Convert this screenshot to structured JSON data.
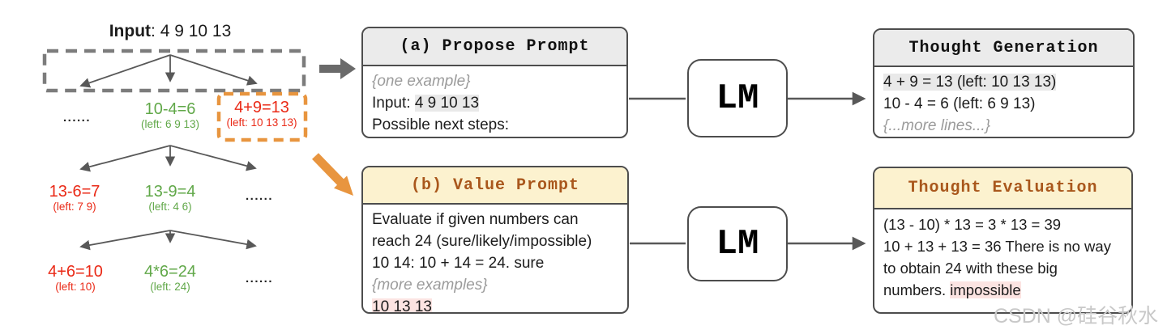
{
  "colors": {
    "green": "#61a849",
    "red": "#ea2a17",
    "orange": "#e8953f",
    "arrow_gray": "#6a6a6a",
    "dashed_gray": "#7c7c7c",
    "box_border": "#4d4d4d",
    "header_gray_bg": "#ebebeb",
    "header_cream_bg": "#fcf2cf",
    "brown": "#a9571c",
    "highlight_gray": "#e9e9e9",
    "highlight_pink": "#fce4e2",
    "muted_gray": "#9b9b9b",
    "watermark": "#c8c8c8",
    "text_dark": "#1c1c1c"
  },
  "tree": {
    "input_label": "Input",
    "input_rest": ": 4 9 10 13",
    "ellipsis_1": "......",
    "ellipsis_2": "......",
    "ellipsis_3": "......",
    "nodes": [
      {
        "eq": "10-4=6",
        "left": "(left: 6 9 13)"
      },
      {
        "eq": "4+9=13",
        "left": "(left: 10 13 13)"
      },
      {
        "eq": "13-6=7",
        "left": "(left: 7 9)"
      },
      {
        "eq": "13-9=4",
        "left": "(left: 4 6)"
      },
      {
        "eq": "4+6=10",
        "left": "(left: 10)"
      },
      {
        "eq": "4*6=24",
        "left": "(left: 24)"
      }
    ]
  },
  "propose_prompt": {
    "title": "(a) Propose Prompt",
    "example_note": "{one example}",
    "input_prefix": "Input: ",
    "input_numbers": "4 9 10 13",
    "next_steps": "Possible next steps:"
  },
  "value_prompt": {
    "title": "(b) Value Prompt",
    "line1": "Evaluate if given numbers can",
    "line2": "reach 24 (sure/likely/impossible)",
    "line3": "10 14: 10 + 14 = 24. sure",
    "more_note": "{more examples}",
    "query_numbers": "10 13 13"
  },
  "lm": {
    "top_label": "LM",
    "bottom_label": "LM"
  },
  "thought_generation": {
    "title": "Thought Generation",
    "line1": "4 + 9 = 13 (left: 10 13 13)",
    "line2": "10 - 4 = 6 (left: 6 9 13)",
    "more_note": "{...more lines...}"
  },
  "thought_evaluation": {
    "title": "Thought Evaluation",
    "line1": "(13 - 10) * 13 = 3 * 13 = 39",
    "line2": "10 + 13 + 13 = 36 There is no way",
    "line3": "to obtain 24 with these big",
    "line4_prefix": "numbers. ",
    "line4_verdict": "impossible"
  },
  "watermark": "CSDN @硅谷秋水"
}
